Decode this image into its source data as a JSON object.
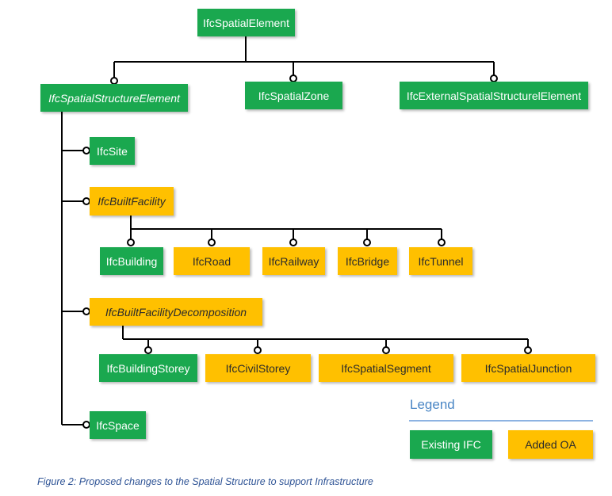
{
  "colors": {
    "existing": "#1aa84f",
    "added": "#ffc000",
    "connector": "#000000",
    "legend_title": "#4a86c5",
    "caption": "#2f5496"
  },
  "nodes": {
    "spatial_element": "IfcSpatialElement",
    "spatial_structure_element": "IfcSpatialStructureElement",
    "spatial_zone": "IfcSpatialZone",
    "external_spatial_structure_element": "IfcExternalSpatialStructurelElement",
    "site": "IfcSite",
    "built_facility": "IfcBuiltFacility",
    "building": "IfcBuilding",
    "road": "IfcRoad",
    "railway": "IfcRailway",
    "bridge": "IfcBridge",
    "tunnel": "IfcTunnel",
    "built_facility_decomposition": "IfcBuiltFacilityDecomposition",
    "building_storey": "IfcBuildingStorey",
    "civil_storey": "IfcCivilStorey",
    "spatial_segment": "IfcSpatialSegment",
    "spatial_junction": "IfcSpatialJunction",
    "space": "IfcSpace"
  },
  "legend": {
    "title": "Legend",
    "existing": "Existing IFC",
    "added": "Added OA"
  },
  "caption": "Figure 2: Proposed changes to the Spatial Structure to support Infrastructure"
}
